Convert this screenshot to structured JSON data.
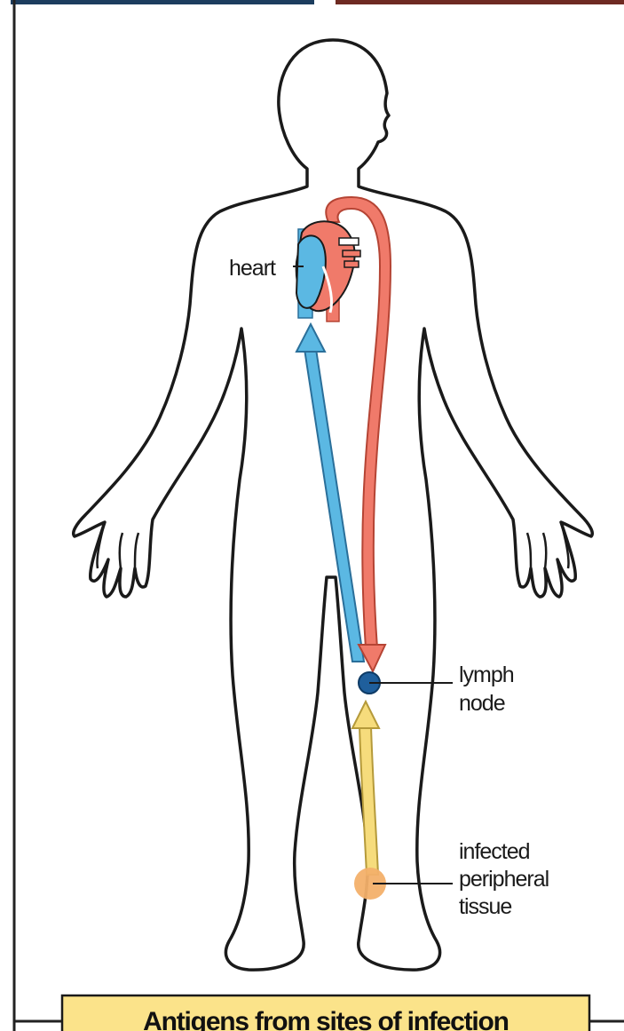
{
  "labels": {
    "heart": "heart",
    "lymph_node": [
      "lymph",
      "node"
    ],
    "infected_tissue": [
      "infected",
      "peripheral",
      "tissue"
    ]
  },
  "caption": "Antigens from sites of infection",
  "colors": {
    "artery": "#f07a6a",
    "vein": "#5bb8e3",
    "lymph_vessel": "#f6dc7c",
    "lymph_node": "#1f5f9c",
    "infected_tissue": "#f3b06a",
    "caption_bg": "#fbe38a",
    "top_bar_left": "#1c3d5e",
    "top_bar_right": "#6e2a22"
  }
}
